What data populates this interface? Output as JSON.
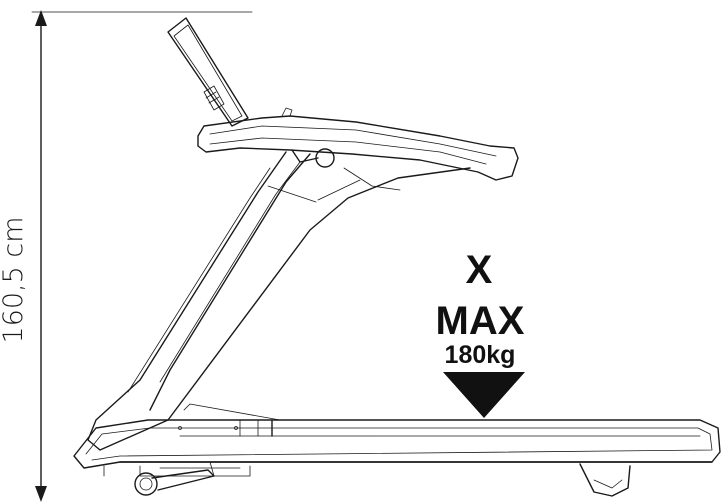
{
  "dimension": {
    "height_label": "160,5 cm"
  },
  "load_label": {
    "symbol": "X",
    "max": "MAX",
    "weight": "180kg"
  }
}
